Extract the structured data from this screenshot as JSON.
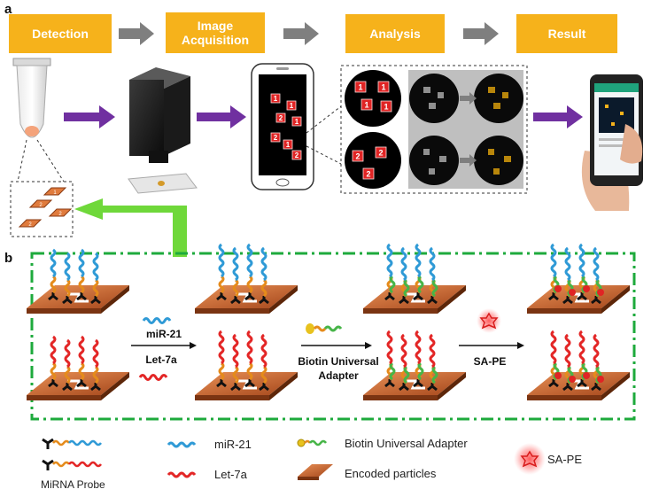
{
  "panel_a": {
    "letter": "a"
  },
  "panel_b": {
    "letter": "b"
  },
  "stages": {
    "detection": "Detection",
    "image_acquisition": "Image\nAcquisition",
    "analysis": "Analysis",
    "result": "Result"
  },
  "steps": {
    "mir21": "miR-21",
    "let7a": "Let-7a",
    "biotin_adapter": "Biotin Universal\nAdapter",
    "sape": "SA-PE"
  },
  "legend": {
    "mirna_probe": "MiRNA Probe",
    "mir21": "miR-21",
    "let7a": "Let-7a",
    "biotin_adapter": "Biotin Universal Adapter",
    "encoded_particles": "Encoded particles",
    "sape": "SA-PE"
  },
  "particle_codes": {
    "phone": [
      "1",
      "1",
      "2",
      "1",
      "2",
      "1",
      "2"
    ],
    "analysis_top": [
      "1",
      "1",
      "1",
      "1"
    ],
    "analysis_bottom": [
      "2",
      "2",
      "2"
    ],
    "tube_inset": [
      "1",
      "2",
      "2",
      "2"
    ]
  },
  "colors": {
    "stage_orange": "#f6b21b",
    "gray_arrow": "#7f7f7f",
    "purple_arrow": "#7030a0",
    "green_arrow": "#6fd83a",
    "dash_green": "#1eaa3c",
    "mir21_blue": "#2f9ad6",
    "let7a_red": "#e32626",
    "particle_brown": "#c8632a"
  }
}
